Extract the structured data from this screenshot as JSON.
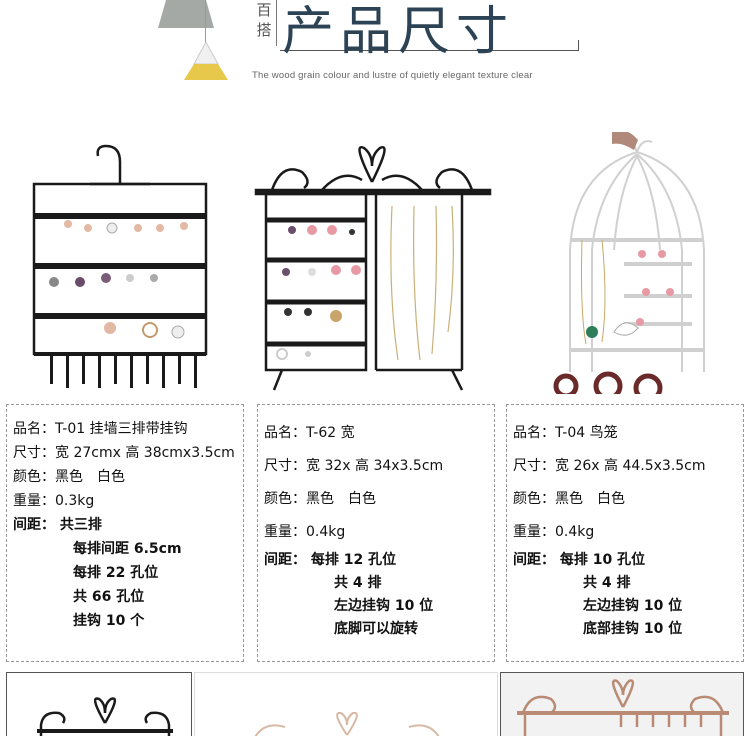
{
  "header": {
    "tag_chars": [
      "百",
      "搭"
    ],
    "title": "产品尺寸",
    "subtitle": "The wood grain colour and lustre of quietly elegant texture clear"
  },
  "colors": {
    "title": "#2c4356",
    "black_finish": "#1a1a1a",
    "white_finish": "#f4f4f4",
    "rose_gold": "#b98b74"
  },
  "products": [
    {
      "name_label": "品名：T-01 挂墙三排带挂钩",
      "size_label": "尺寸：宽 27cmx 高 38cmx3.5cm",
      "color_label": "颜色：黑色　白色",
      "weight_label": "重量：0.3kg",
      "spacing_label": "间距：",
      "spacing_first": "共三排",
      "spacing_lines": [
        "每排间距 6.5cm",
        "每排 22 孔位",
        "共 66 孔位",
        "挂钩 10 个"
      ]
    },
    {
      "name_label": "品名：T-62 宽",
      "size_label": "尺寸：宽 32x 高 34x3.5cm",
      "color_label": "颜色：黑色　白色",
      "weight_label": "重量：0.4kg",
      "spacing_label": "间距：",
      "spacing_first": "每排 12 孔位",
      "spacing_lines": [
        "共 4 排",
        "左边挂钩 10 位",
        "底脚可以旋转"
      ]
    },
    {
      "name_label": "品名：T-04 鸟笼",
      "size_label": "尺寸：宽 26x 高 44.5x3.5cm",
      "color_label": "颜色：黑色　白色",
      "weight_label": "重量：0.4kg",
      "spacing_label": "间距：",
      "spacing_first": "每排 10 孔位",
      "spacing_lines": [
        "共 4 排",
        "左边挂钩 10 位",
        "底部挂钩 10 位"
      ]
    }
  ]
}
